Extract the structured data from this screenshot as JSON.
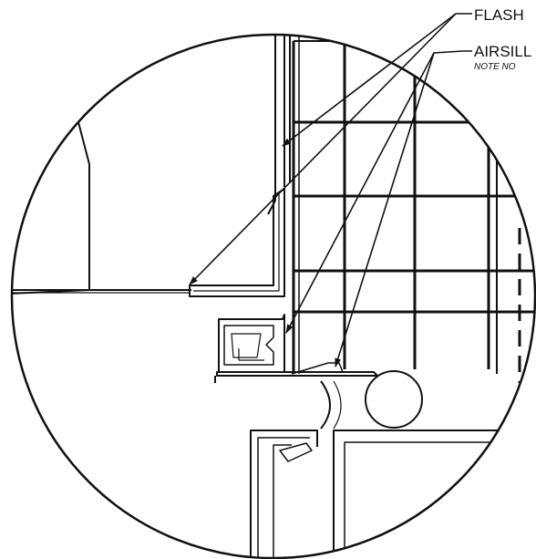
{
  "labels": {
    "flashing": "FLASH",
    "airsill": "AIRSILL",
    "airsill_note": "NOTE NO"
  },
  "colors": {
    "line": "#111111",
    "background": "#ffffff"
  }
}
